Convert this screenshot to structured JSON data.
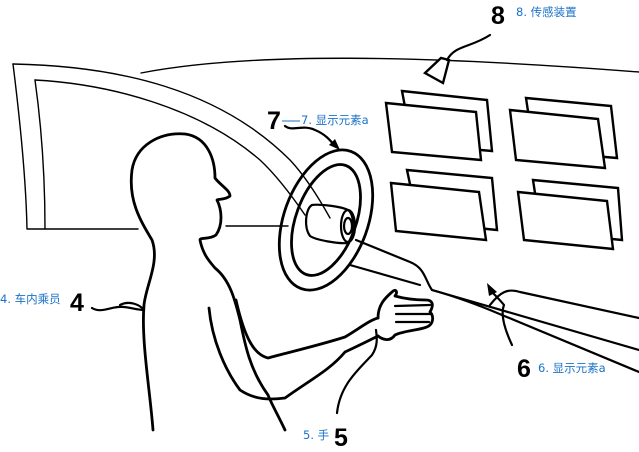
{
  "figure": {
    "description": "Vehicle interior: occupant with hand gesture toward dashboard displays; sensing device on roof",
    "label_color": "#1a72c8",
    "line_color": "#000000"
  },
  "callouts": [
    {
      "id": "8",
      "number": "8",
      "label": "8. 传感装置"
    },
    {
      "id": "7",
      "number": "7",
      "label": "7. 显示元素a"
    },
    {
      "id": "4",
      "number": "4",
      "label": "4. 车内乘员"
    },
    {
      "id": "6",
      "number": "6",
      "label": "6. 显示元素a"
    },
    {
      "id": "5",
      "number": "5",
      "label": "5. 手"
    }
  ],
  "display_panels": {
    "count": 4,
    "layers_per_panel": 2
  }
}
